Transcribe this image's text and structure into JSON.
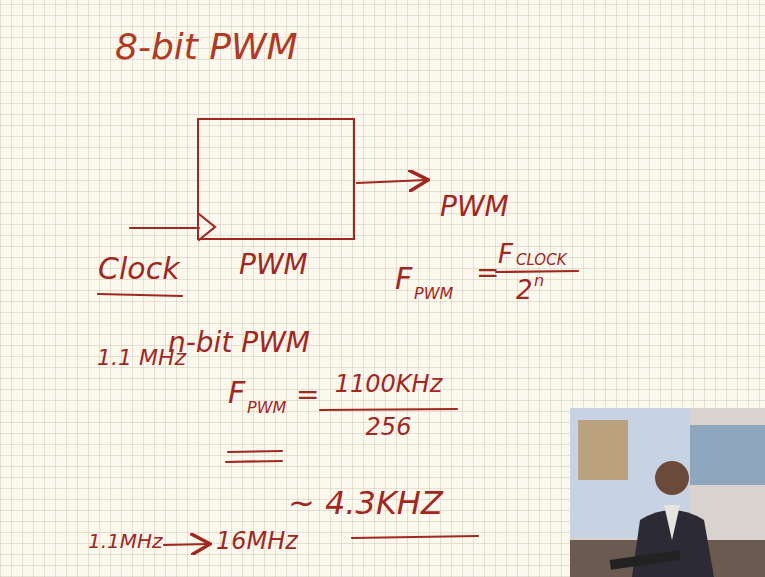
{
  "diagram": {
    "title": "8-bit PWM",
    "nodes": [
      {
        "text": [
          "PWM"
        ]
      }
    ],
    "labels": [
      "PWM",
      "Clock",
      "F",
      "PWM",
      "=",
      "F",
      "CLOCK",
      "2",
      "n",
      "n-bit PWM",
      "1.1 MHz",
      "F",
      "PWM",
      "=",
      "1100KHz",
      "256",
      "~ 4.3KHZ",
      "1.1MHz",
      "16MHz"
    ]
  }
}
